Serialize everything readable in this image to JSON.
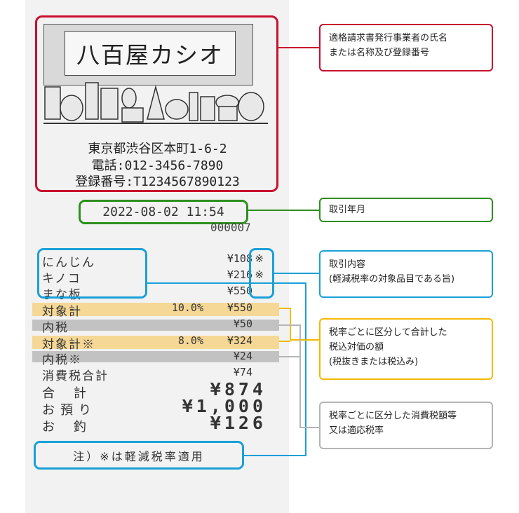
{
  "receipt": {
    "shop_name": "八百屋カシオ",
    "address": "東京都渋谷区本町1-6-2",
    "phone": "電話:012-3456-7890",
    "registration": "登録番号:T1234567890123",
    "datetime": "2022-08-02  11:54",
    "serial": "000007",
    "items": [
      {
        "name": "にんじん",
        "price": "¥108",
        "mark": "※"
      },
      {
        "name": "キノコ",
        "price": "¥216",
        "mark": "※"
      },
      {
        "name": "まな板",
        "price": "¥550",
        "mark": ""
      }
    ],
    "subtotal_10": {
      "label": "対象計",
      "rate": "10.0%",
      "amount": "¥550"
    },
    "tax_10": {
      "label": "内税",
      "amount": "¥50"
    },
    "subtotal_8": {
      "label": "対象計※",
      "rate": "8.0%",
      "amount": "¥324"
    },
    "tax_8": {
      "label": "内税※",
      "amount": "¥24"
    },
    "total_tax": {
      "label": "消費税合計",
      "amount": "¥74"
    },
    "total": {
      "label": "合 計",
      "amount": "¥874"
    },
    "paid": {
      "label": "お預り",
      "amount": "¥1,000"
    },
    "change": {
      "label": "お 釣",
      "amount": "¥126"
    },
    "note": "注）※は軽減税率適用"
  },
  "callouts": {
    "issuer": [
      "適格請求書発行事業者の氏名",
      "または名称及び登録番号"
    ],
    "date": [
      "取引年月"
    ],
    "content": [
      "取引内容",
      "(軽減税率の対象品目である旨)"
    ],
    "total_by_rate": [
      "税率ごとに区分して合計した",
      "税込対価の額",
      "(税抜きまたは税込み)"
    ],
    "tax_by_rate": [
      "税率ごとに区分した消費税額等",
      "又は適応税率"
    ]
  },
  "colors": {
    "red": "#c8102e",
    "green": "#2f8f1f",
    "blue": "#1aa0d8",
    "orange": "#f5b800",
    "gray": "#b5b5b5"
  }
}
